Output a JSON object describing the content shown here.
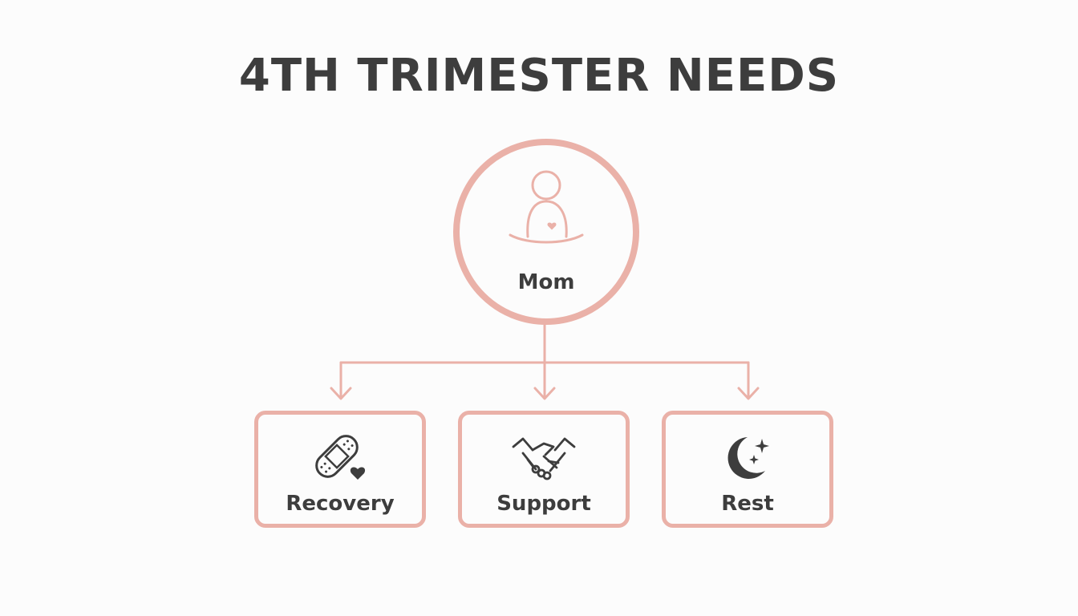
{
  "title": "4TH TRIMESTER NEEDS",
  "colors": {
    "accent": "#eab1a8",
    "text": "#3d3d3d",
    "background": "#fcfcfc"
  },
  "center": {
    "label": "Mom",
    "icon": "pregnant-person-heart-icon"
  },
  "needs": [
    {
      "label": "Recovery",
      "icon": "bandage-heart-icon"
    },
    {
      "label": "Support",
      "icon": "handshake-icon"
    },
    {
      "label": "Rest",
      "icon": "moon-stars-icon"
    }
  ]
}
